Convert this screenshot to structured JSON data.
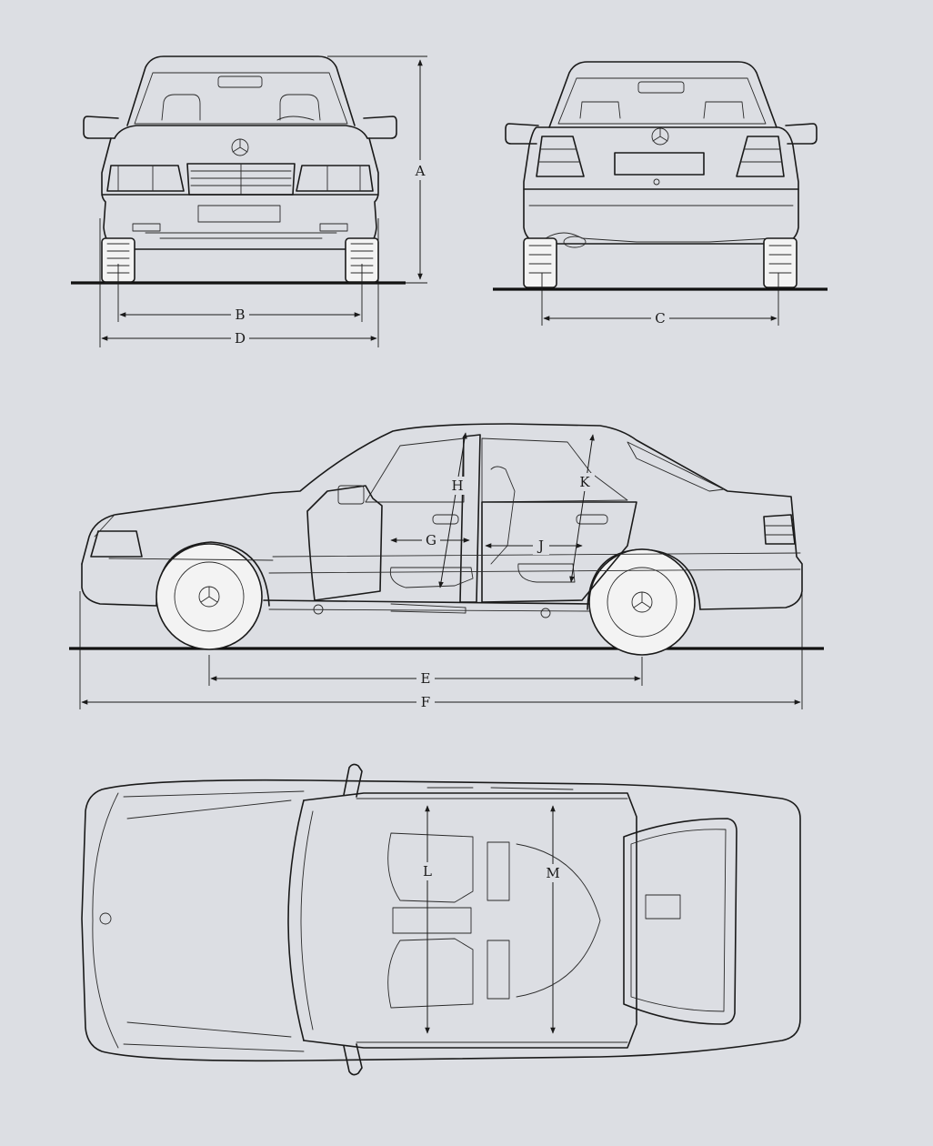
{
  "colors": {
    "paper": "#dcdee3",
    "ink": "#1a1a1a"
  },
  "dimensions": {
    "A": "A",
    "B": "B",
    "C": "C",
    "D": "D",
    "E": "E",
    "F": "F",
    "G": "G",
    "H": "H",
    "J": "J",
    "K": "K",
    "L": "L",
    "M": "M"
  }
}
